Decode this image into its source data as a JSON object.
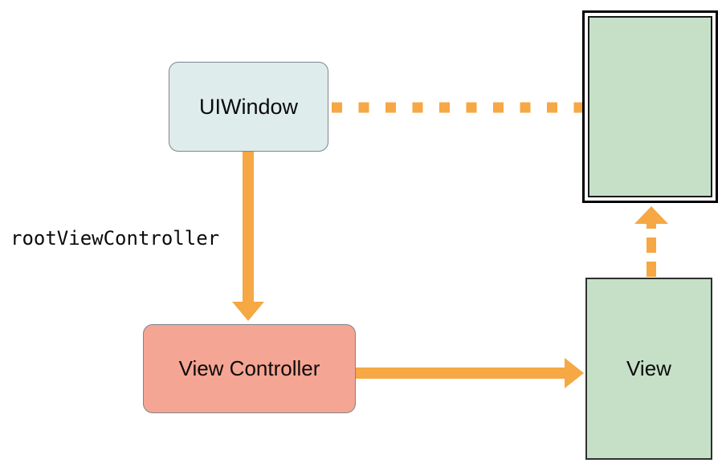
{
  "colors": {
    "background": "#ffffff",
    "arrow": "#f5a843",
    "uiwindow_fill": "#dfecec",
    "node_border": "#7d868c",
    "controller_fill": "#f5a593",
    "green_fill": "#c5e0c7",
    "dark_border": "#2f2f2f",
    "screen_border": "#000000",
    "text": "#0b0b0b"
  },
  "nodes": {
    "uiwindow": {
      "label": "UIWindow"
    },
    "view_controller": {
      "label": "View Controller"
    },
    "view": {
      "label": "View"
    },
    "screen": {
      "label": ""
    }
  },
  "labels": {
    "root_view_controller": "rootViewController"
  },
  "arrows": [
    {
      "name": "uiwindow-to-screen",
      "style": "dashed",
      "direction": "right",
      "arrowhead": false
    },
    {
      "name": "uiwindow-to-view-controller",
      "style": "solid",
      "direction": "down",
      "arrowhead": true
    },
    {
      "name": "view-controller-to-view",
      "style": "solid",
      "direction": "right",
      "arrowhead": true
    },
    {
      "name": "view-to-screen",
      "style": "dashed",
      "direction": "up",
      "arrowhead": true
    }
  ]
}
